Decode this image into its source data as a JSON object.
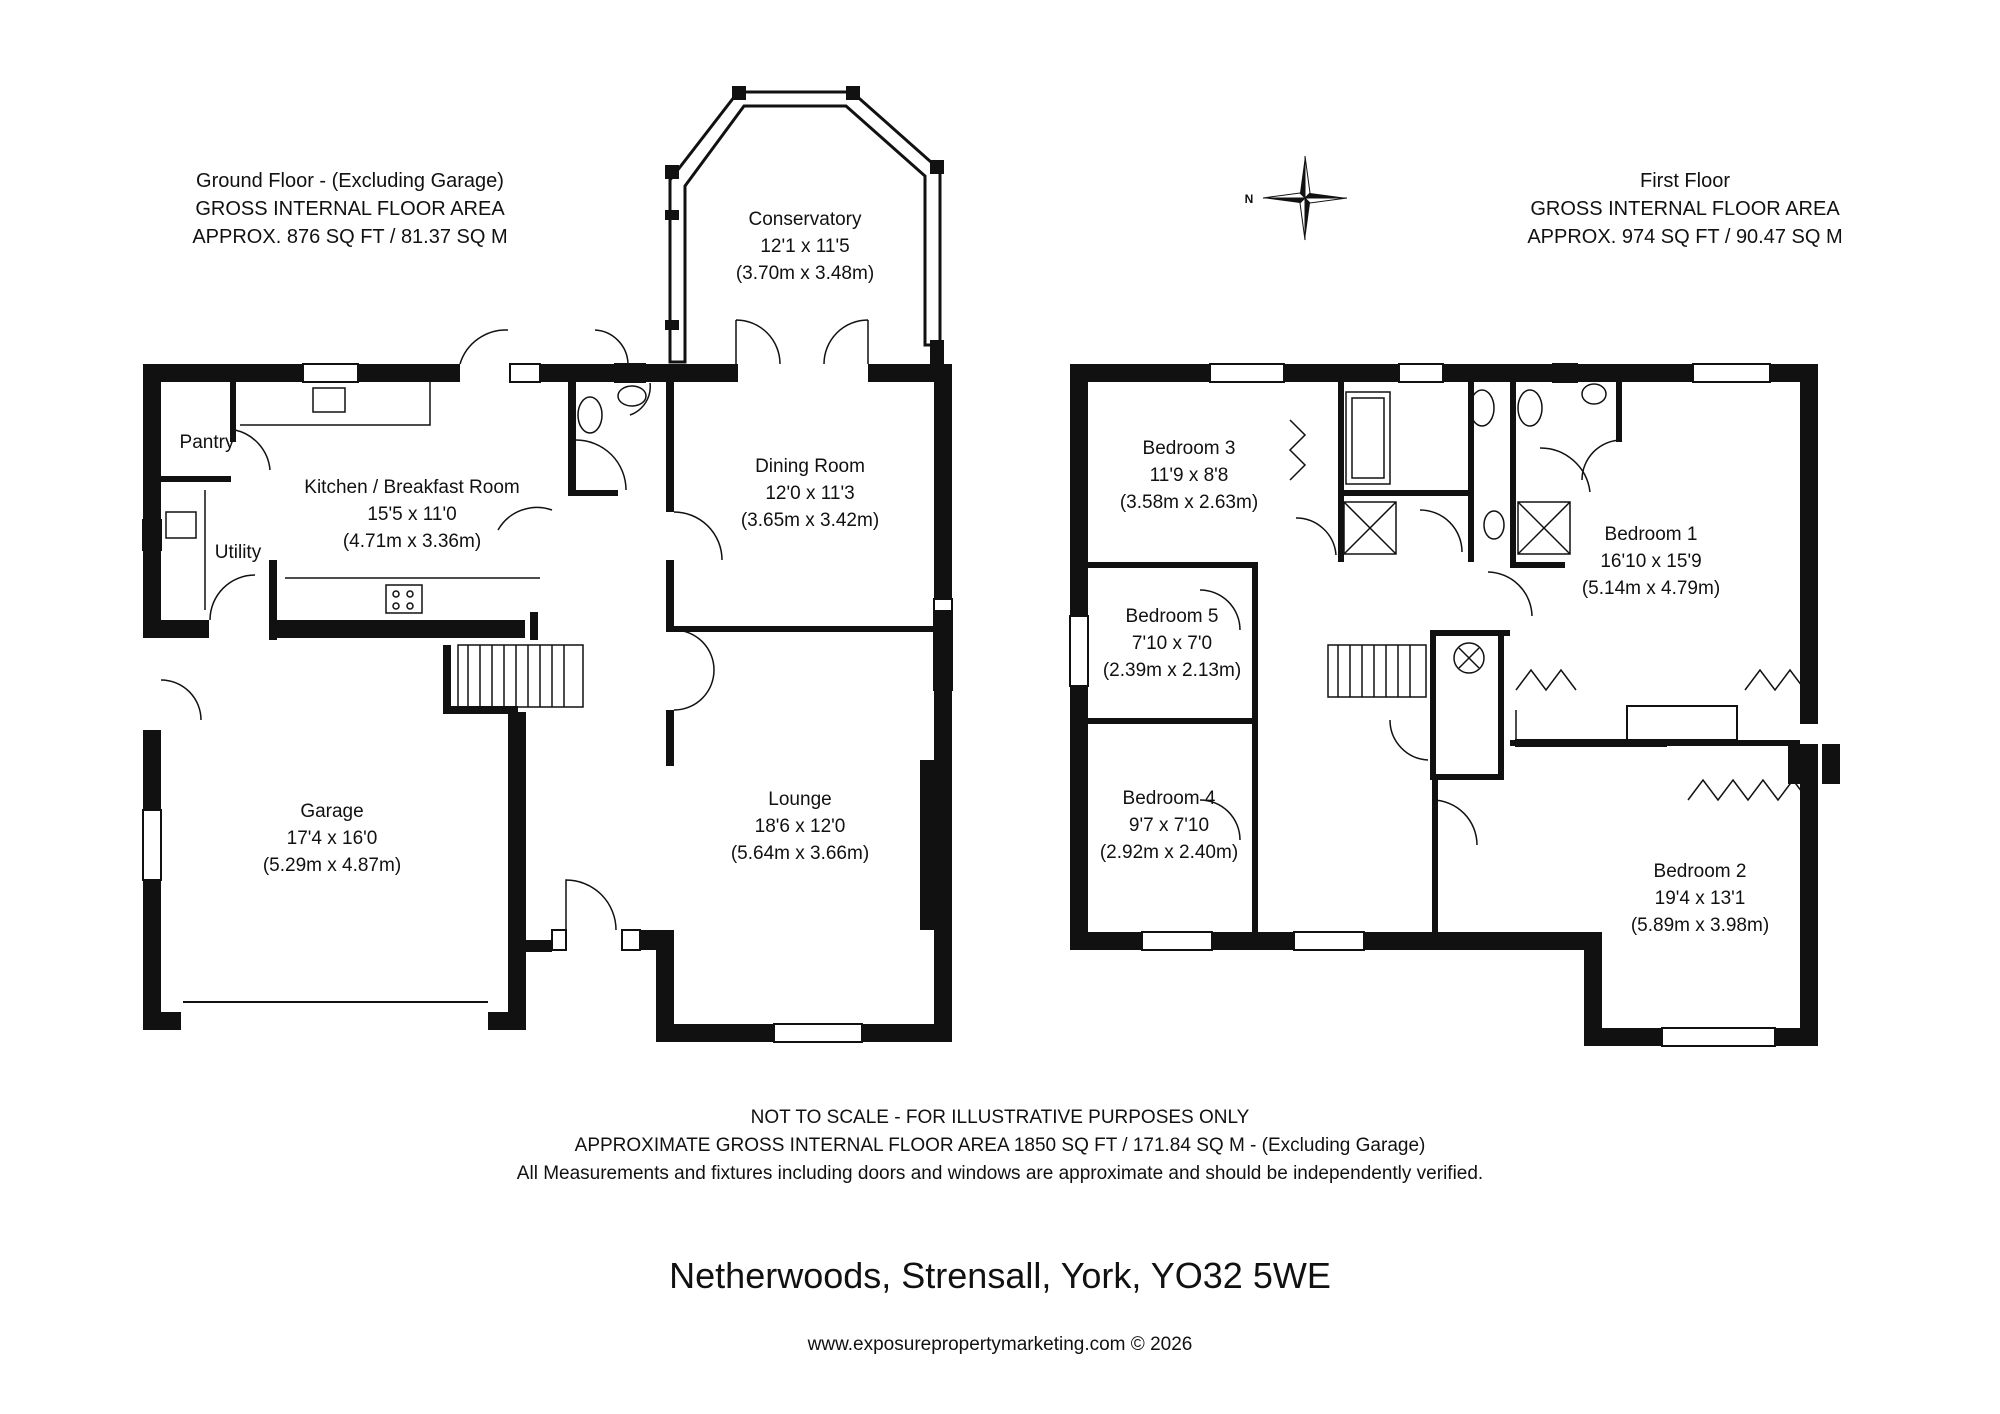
{
  "ground_floor": {
    "title": "Ground Floor - (Excluding Garage)",
    "area_label": "GROSS INTERNAL FLOOR AREA",
    "area_value": "APPROX. 876 SQ FT / 81.37 SQ M",
    "rooms": {
      "conservatory": {
        "name": "Conservatory",
        "imperial": "12'1 x 11'5",
        "metric": "(3.70m x 3.48m)"
      },
      "pantry": {
        "name": "Pantry"
      },
      "kitchen": {
        "name": "Kitchen / Breakfast Room",
        "imperial": "15'5 x 11'0",
        "metric": "(4.71m x 3.36m)"
      },
      "utility": {
        "name": "Utility"
      },
      "dining": {
        "name": "Dining Room",
        "imperial": "12'0 x 11'3",
        "metric": "(3.65m x 3.42m)"
      },
      "garage": {
        "name": "Garage",
        "imperial": "17'4 x 16'0",
        "metric": "(5.29m x 4.87m)"
      },
      "lounge": {
        "name": "Lounge",
        "imperial": "18'6 x 12'0",
        "metric": "(5.64m x 3.66m)"
      }
    }
  },
  "first_floor": {
    "title": "First Floor",
    "area_label": "GROSS INTERNAL FLOOR AREA",
    "area_value": "APPROX. 974 SQ FT / 90.47 SQ M",
    "rooms": {
      "bedroom3": {
        "name": "Bedroom 3",
        "imperial": "11'9 x 8'8",
        "metric": "(3.58m x 2.63m)"
      },
      "bedroom1": {
        "name": "Bedroom 1",
        "imperial": "16'10 x 15'9",
        "metric": "(5.14m x 4.79m)"
      },
      "bedroom5": {
        "name": "Bedroom 5",
        "imperial": "7'10 x 7'0",
        "metric": "(2.39m x 2.13m)"
      },
      "bedroom4": {
        "name": "Bedroom 4",
        "imperial": "9'7 x 7'10",
        "metric": "(2.92m x 2.40m)"
      },
      "bedroom2": {
        "name": "Bedroom 2",
        "imperial": "19'4 x 13'1",
        "metric": "(5.89m x 3.98m)"
      }
    }
  },
  "compass": {
    "label": "N"
  },
  "footer": {
    "line1": "NOT TO SCALE - FOR ILLUSTRATIVE PURPOSES ONLY",
    "line2": "APPROXIMATE GROSS INTERNAL FLOOR AREA 1850 SQ FT / 171.84 SQ M - (Excluding Garage)",
    "line3": "All Measurements and fixtures including doors and windows are approximate and should be independently verified."
  },
  "address": "Netherwoods, Strensall, York, YO32 5WE",
  "website": "www.exposurepropertymarketing.com © 2026"
}
